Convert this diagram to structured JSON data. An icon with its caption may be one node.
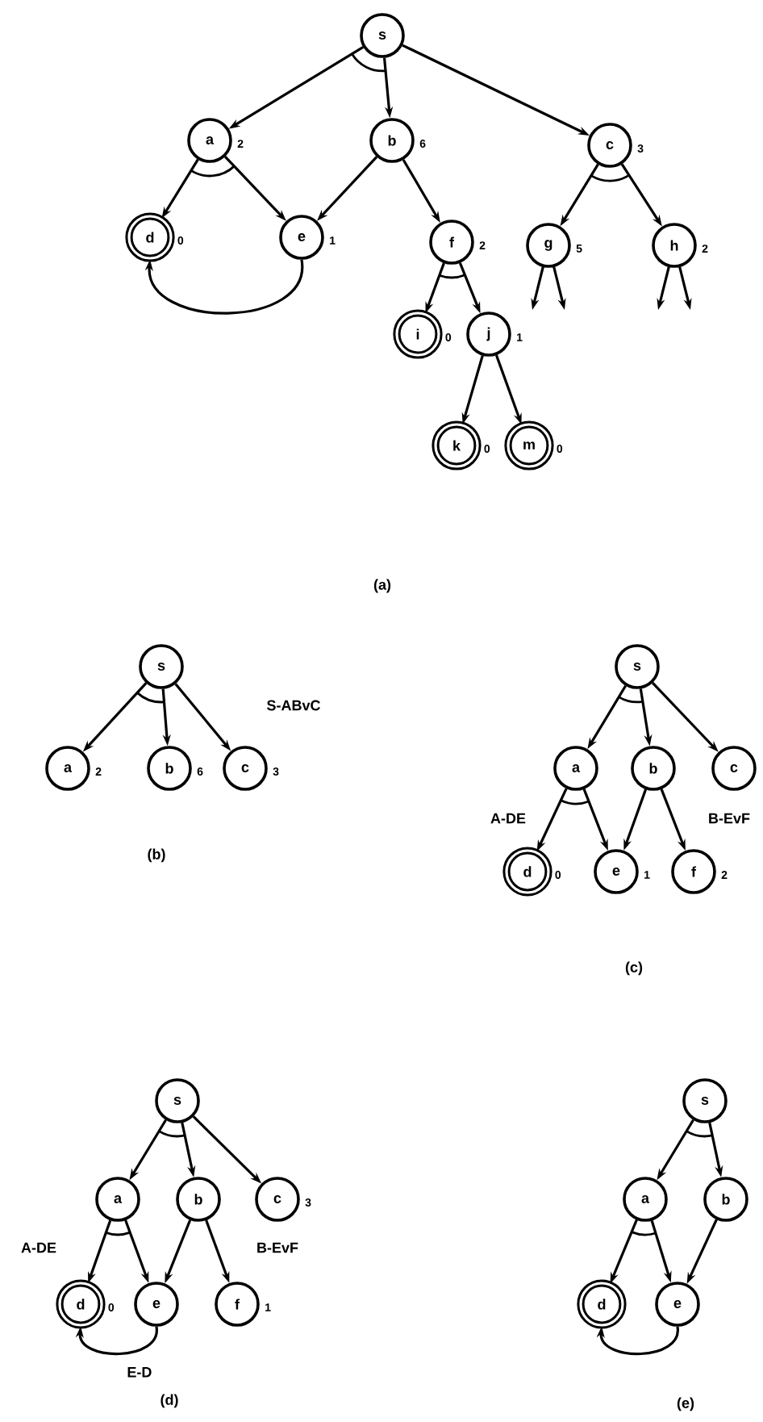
{
  "diagram": {
    "nodes": [
      {
        "text": [
          "s"
        ]
      },
      {
        "text": [
          "a"
        ],
        "beside": [
          "2"
        ]
      },
      {
        "text": [
          "b"
        ],
        "beside": [
          "6"
        ]
      },
      {
        "text": [
          "c"
        ],
        "beside": [
          "3"
        ]
      },
      {
        "text": [
          "d"
        ],
        "beside": [
          "0"
        ]
      },
      {
        "text": [
          "e"
        ],
        "beside": [
          "1"
        ]
      },
      {
        "text": [
          "f"
        ],
        "beside": [
          "2"
        ]
      },
      {
        "text": [
          "g"
        ],
        "beside": [
          "5"
        ]
      },
      {
        "text": [
          "h"
        ],
        "beside": [
          "2"
        ]
      },
      {
        "text": [
          "i"
        ],
        "beside": [
          "0"
        ]
      },
      {
        "text": [
          "j"
        ],
        "beside": [
          "1"
        ]
      },
      {
        "text": [
          "k"
        ],
        "beside": [
          "0"
        ]
      },
      {
        "text": [
          "m"
        ],
        "beside": [
          "0"
        ]
      },
      {
        "text": [
          "s"
        ]
      },
      {
        "text": [
          "a"
        ],
        "beside": [
          "2"
        ]
      },
      {
        "text": [
          "b"
        ],
        "beside": [
          "6"
        ]
      },
      {
        "text": [
          "c"
        ],
        "beside": [
          "3"
        ]
      },
      {
        "text": [
          "s"
        ]
      },
      {
        "text": [
          "a"
        ]
      },
      {
        "text": [
          "b"
        ]
      },
      {
        "text": [
          "c"
        ]
      },
      {
        "text": [
          "d"
        ],
        "beside": [
          "0"
        ]
      },
      {
        "text": [
          "e"
        ],
        "beside": [
          "1"
        ]
      },
      {
        "text": [
          "f"
        ],
        "beside": [
          "2"
        ]
      },
      {
        "text": [
          "s"
        ]
      },
      {
        "text": [
          "a"
        ]
      },
      {
        "text": [
          "b"
        ]
      },
      {
        "text": [
          "c"
        ],
        "beside": [
          "3"
        ]
      },
      {
        "text": [
          "d"
        ],
        "beside": [
          "0"
        ]
      },
      {
        "text": [
          "e"
        ]
      },
      {
        "text": [
          "f"
        ],
        "beside": [
          "1"
        ]
      },
      {
        "text": [
          "s"
        ]
      },
      {
        "text": [
          "a"
        ]
      },
      {
        "text": [
          "b"
        ]
      },
      {
        "text": [
          "d"
        ]
      },
      {
        "text": [
          "e"
        ]
      }
    ],
    "edges": [
      {
        "from": 0,
        "to": 1,
        "arrow": "to"
      },
      {
        "from": 0,
        "to": 2,
        "arrow": "to"
      },
      {
        "from": 0,
        "to": 3,
        "arrow": "to"
      },
      {
        "from": 1,
        "to": 4,
        "arrow": "to"
      },
      {
        "from": 1,
        "to": 5,
        "arrow": "to"
      },
      {
        "from": 2,
        "to": 5,
        "arrow": "to"
      },
      {
        "from": 2,
        "to": 6,
        "arrow": "to"
      },
      {
        "from": 3,
        "to": 7,
        "arrow": "to"
      },
      {
        "from": 3,
        "to": 8,
        "arrow": "to"
      },
      {
        "from": 6,
        "to": 9,
        "arrow": "to"
      },
      {
        "from": 6,
        "to": 10,
        "arrow": "to"
      },
      {
        "from": 10,
        "to": 11,
        "arrow": "to"
      },
      {
        "from": 10,
        "to": 12,
        "arrow": "to"
      },
      {
        "from": 5,
        "to": 4,
        "arrow": "to"
      },
      {
        "from": 7,
        "to": null,
        "arrow": "to"
      },
      {
        "from": 7,
        "to": null,
        "arrow": "to"
      },
      {
        "from": 8,
        "to": null,
        "arrow": "to"
      },
      {
        "from": 8,
        "to": null,
        "arrow": "to"
      },
      {
        "from": 13,
        "to": 14,
        "arrow": "to"
      },
      {
        "from": 13,
        "to": 15,
        "arrow": "to"
      },
      {
        "from": 13,
        "to": 16,
        "arrow": "to"
      },
      {
        "from": 17,
        "to": 18,
        "arrow": "to"
      },
      {
        "from": 17,
        "to": 19,
        "arrow": "to"
      },
      {
        "from": 17,
        "to": 20,
        "arrow": "to"
      },
      {
        "from": 18,
        "to": 21,
        "arrow": "to"
      },
      {
        "from": 18,
        "to": 22,
        "arrow": "to"
      },
      {
        "from": 19,
        "to": 22,
        "arrow": "to"
      },
      {
        "from": 19,
        "to": 23,
        "arrow": "to"
      },
      {
        "from": 24,
        "to": 25,
        "arrow": "to"
      },
      {
        "from": 24,
        "to": 26,
        "arrow": "to"
      },
      {
        "from": 24,
        "to": 27,
        "arrow": "to"
      },
      {
        "from": 25,
        "to": 28,
        "arrow": "to"
      },
      {
        "from": 25,
        "to": 29,
        "arrow": "to"
      },
      {
        "from": 26,
        "to": 29,
        "arrow": "to"
      },
      {
        "from": 26,
        "to": 30,
        "arrow": "to"
      },
      {
        "from": 29,
        "to": 28,
        "arrow": "to",
        "label": "E-D"
      },
      {
        "from": 31,
        "to": 32,
        "arrow": "to"
      },
      {
        "from": 31,
        "to": 33,
        "arrow": "to"
      },
      {
        "from": 32,
        "to": 34,
        "arrow": "to"
      },
      {
        "from": 32,
        "to": 35,
        "arrow": "to"
      },
      {
        "from": 33,
        "to": 35,
        "arrow": "to"
      },
      {
        "from": 35,
        "to": 34,
        "arrow": "to"
      }
    ],
    "labels": [
      "(a)",
      "S-ABvC",
      "(b)",
      "A-DE",
      "B-EvF",
      "(c)",
      "A-DE",
      "B-EvF",
      "(d)",
      "(e)"
    ]
  }
}
